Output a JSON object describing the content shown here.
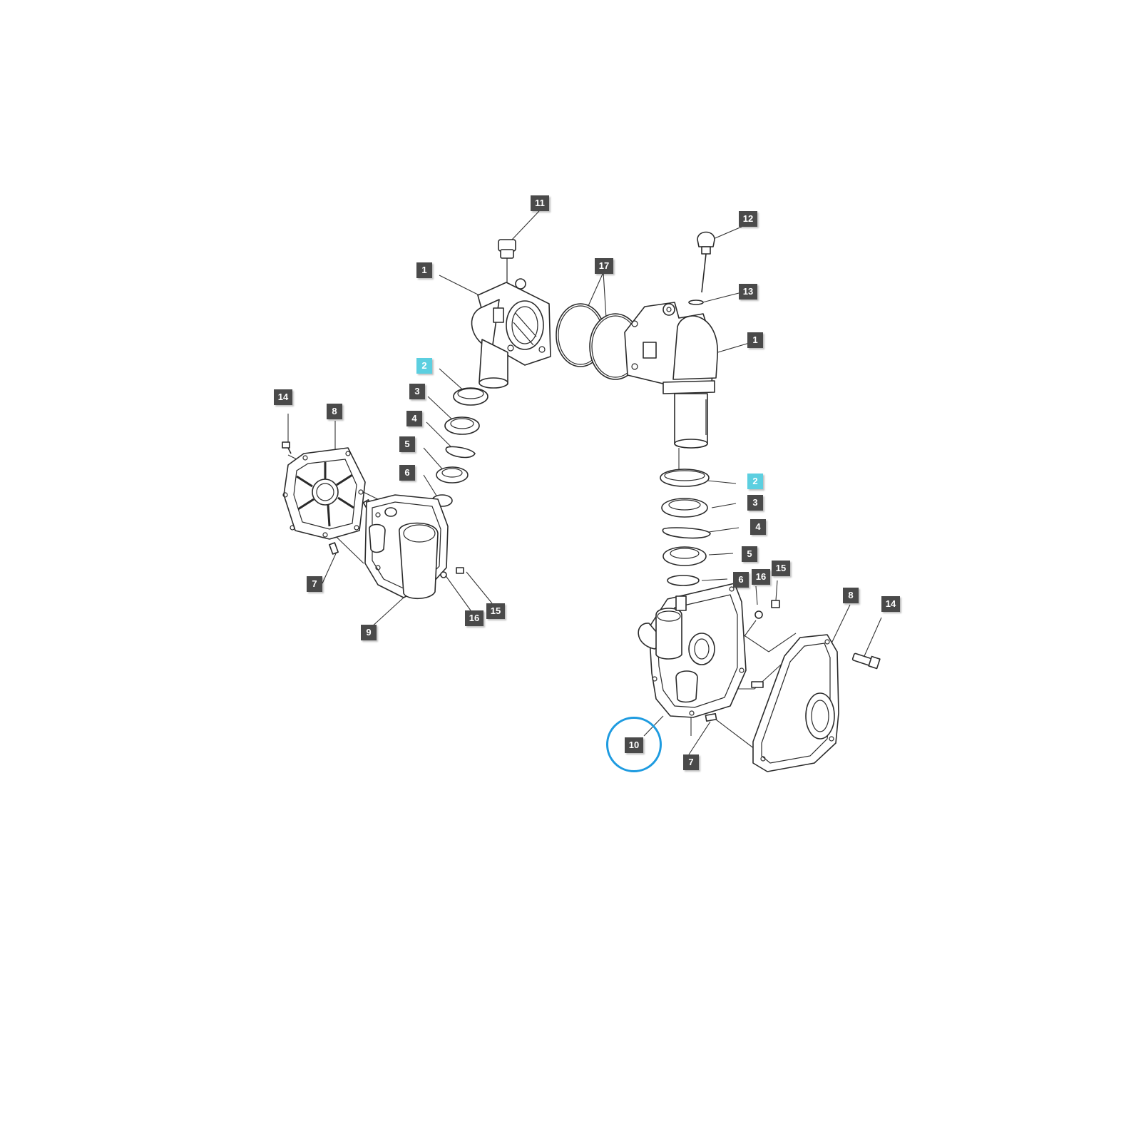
{
  "colors": {
    "callout_bg": "#4a4a4a",
    "callout_highlight": "#5ccfe0",
    "selection_ring": "#1e9be0",
    "line": "#2a2a2a"
  },
  "callouts": {
    "c11": "11",
    "c12": "12",
    "c1a": "1",
    "c17": "17",
    "c13": "13",
    "c1b": "1",
    "c2a": "2",
    "c3a": "3",
    "c4a": "4",
    "c5a": "5",
    "c6a": "6",
    "c14a": "14",
    "c8a": "8",
    "c7a": "7",
    "c9": "9",
    "c16a": "16",
    "c15a": "15",
    "c2b": "2",
    "c3b": "3",
    "c4b": "4",
    "c5b": "5",
    "c6b": "6",
    "c16b": "16",
    "c15b": "15",
    "c8b": "8",
    "c14b": "14",
    "c10": "10",
    "c7b": "7"
  },
  "highlighted_part": "2",
  "selected_part": "10"
}
